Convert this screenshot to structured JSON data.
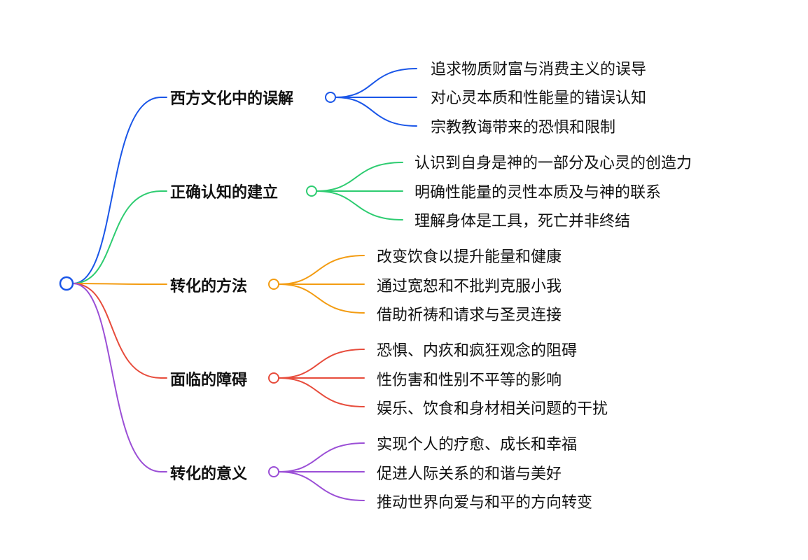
{
  "mindmap": {
    "branches": [
      {
        "label": "西方文化中的误解",
        "color": "#1a56e8",
        "children": [
          "追求物质财富与消费主义的误导",
          "对心灵本质和性能量的错误认知",
          "宗教教诲带来的恐惧和限制"
        ]
      },
      {
        "label": "正确认知的建立",
        "color": "#2ecc71",
        "children": [
          "认识到自身是神的一部分及心灵的创造力",
          "明确性能量的灵性本质及与神的联系",
          "理解身体是工具，死亡并非终结"
        ]
      },
      {
        "label": "转化的方法",
        "color": "#f39c12",
        "children": [
          "改变饮食以提升能量和健康",
          "通过宽恕和不批判克服小我",
          "借助祈祷和请求与圣灵连接"
        ]
      },
      {
        "label": "面临的障碍",
        "color": "#e74c3c",
        "children": [
          "恐惧、内疚和疯狂观念的阻碍",
          "性伤害和性别不平等的影响",
          "娱乐、饮食和身材相关问题的干扰"
        ]
      },
      {
        "label": "转化的意义",
        "color": "#9b4fd6",
        "children": [
          "实现个人的疗愈、成长和幸福",
          "促进人际关系的和谐与美好",
          "推动世界向爱与和平的方向转变"
        ]
      }
    ]
  }
}
